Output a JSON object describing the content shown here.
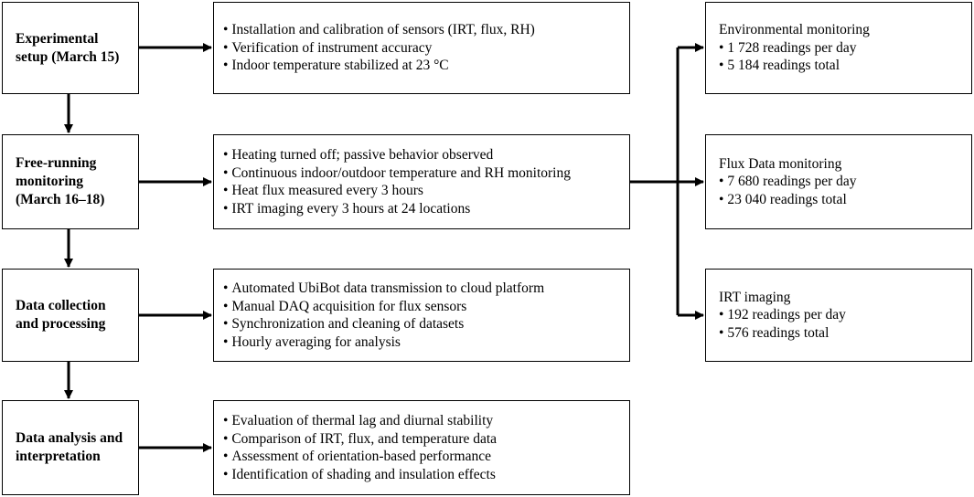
{
  "stages": [
    {
      "title": "Experimental setup (March 15)",
      "details": [
        "Installation and calibration of sensors (IRT, flux, RH)",
        "Verification of instrument accuracy",
        "Indoor temperature stabilized at 23 °C"
      ]
    },
    {
      "title": "Free-running monitoring (March 16–18)",
      "details": [
        "Heating turned off; passive behavior observed",
        "Continuous indoor/outdoor temperature and RH monitoring",
        "Heat flux measured every 3 hours",
        "IRT imaging every 3 hours at 24 locations"
      ]
    },
    {
      "title": "Data collection and processing",
      "details": [
        "Automated UbiBot data transmission to cloud platform",
        "Manual DAQ acquisition for flux sensors",
        "Synchronization and cleaning of datasets",
        "Hourly averaging for analysis"
      ]
    },
    {
      "title": "Data analysis and interpretation",
      "details": [
        "Evaluation of thermal lag and diurnal stability",
        "Comparison of IRT, flux, and temperature data",
        "Assessment of orientation-based performance",
        "Identification of shading and insulation effects"
      ]
    }
  ],
  "outputs": [
    {
      "title": "Environmental monitoring",
      "items": [
        "1 728 readings per day",
        "5 184 readings total"
      ]
    },
    {
      "title": "Flux Data monitoring",
      "items": [
        "7 680 readings per day",
        "23 040 readings total"
      ]
    },
    {
      "title": "IRT imaging",
      "items": [
        "192 readings per day",
        "576 readings total"
      ]
    }
  ]
}
